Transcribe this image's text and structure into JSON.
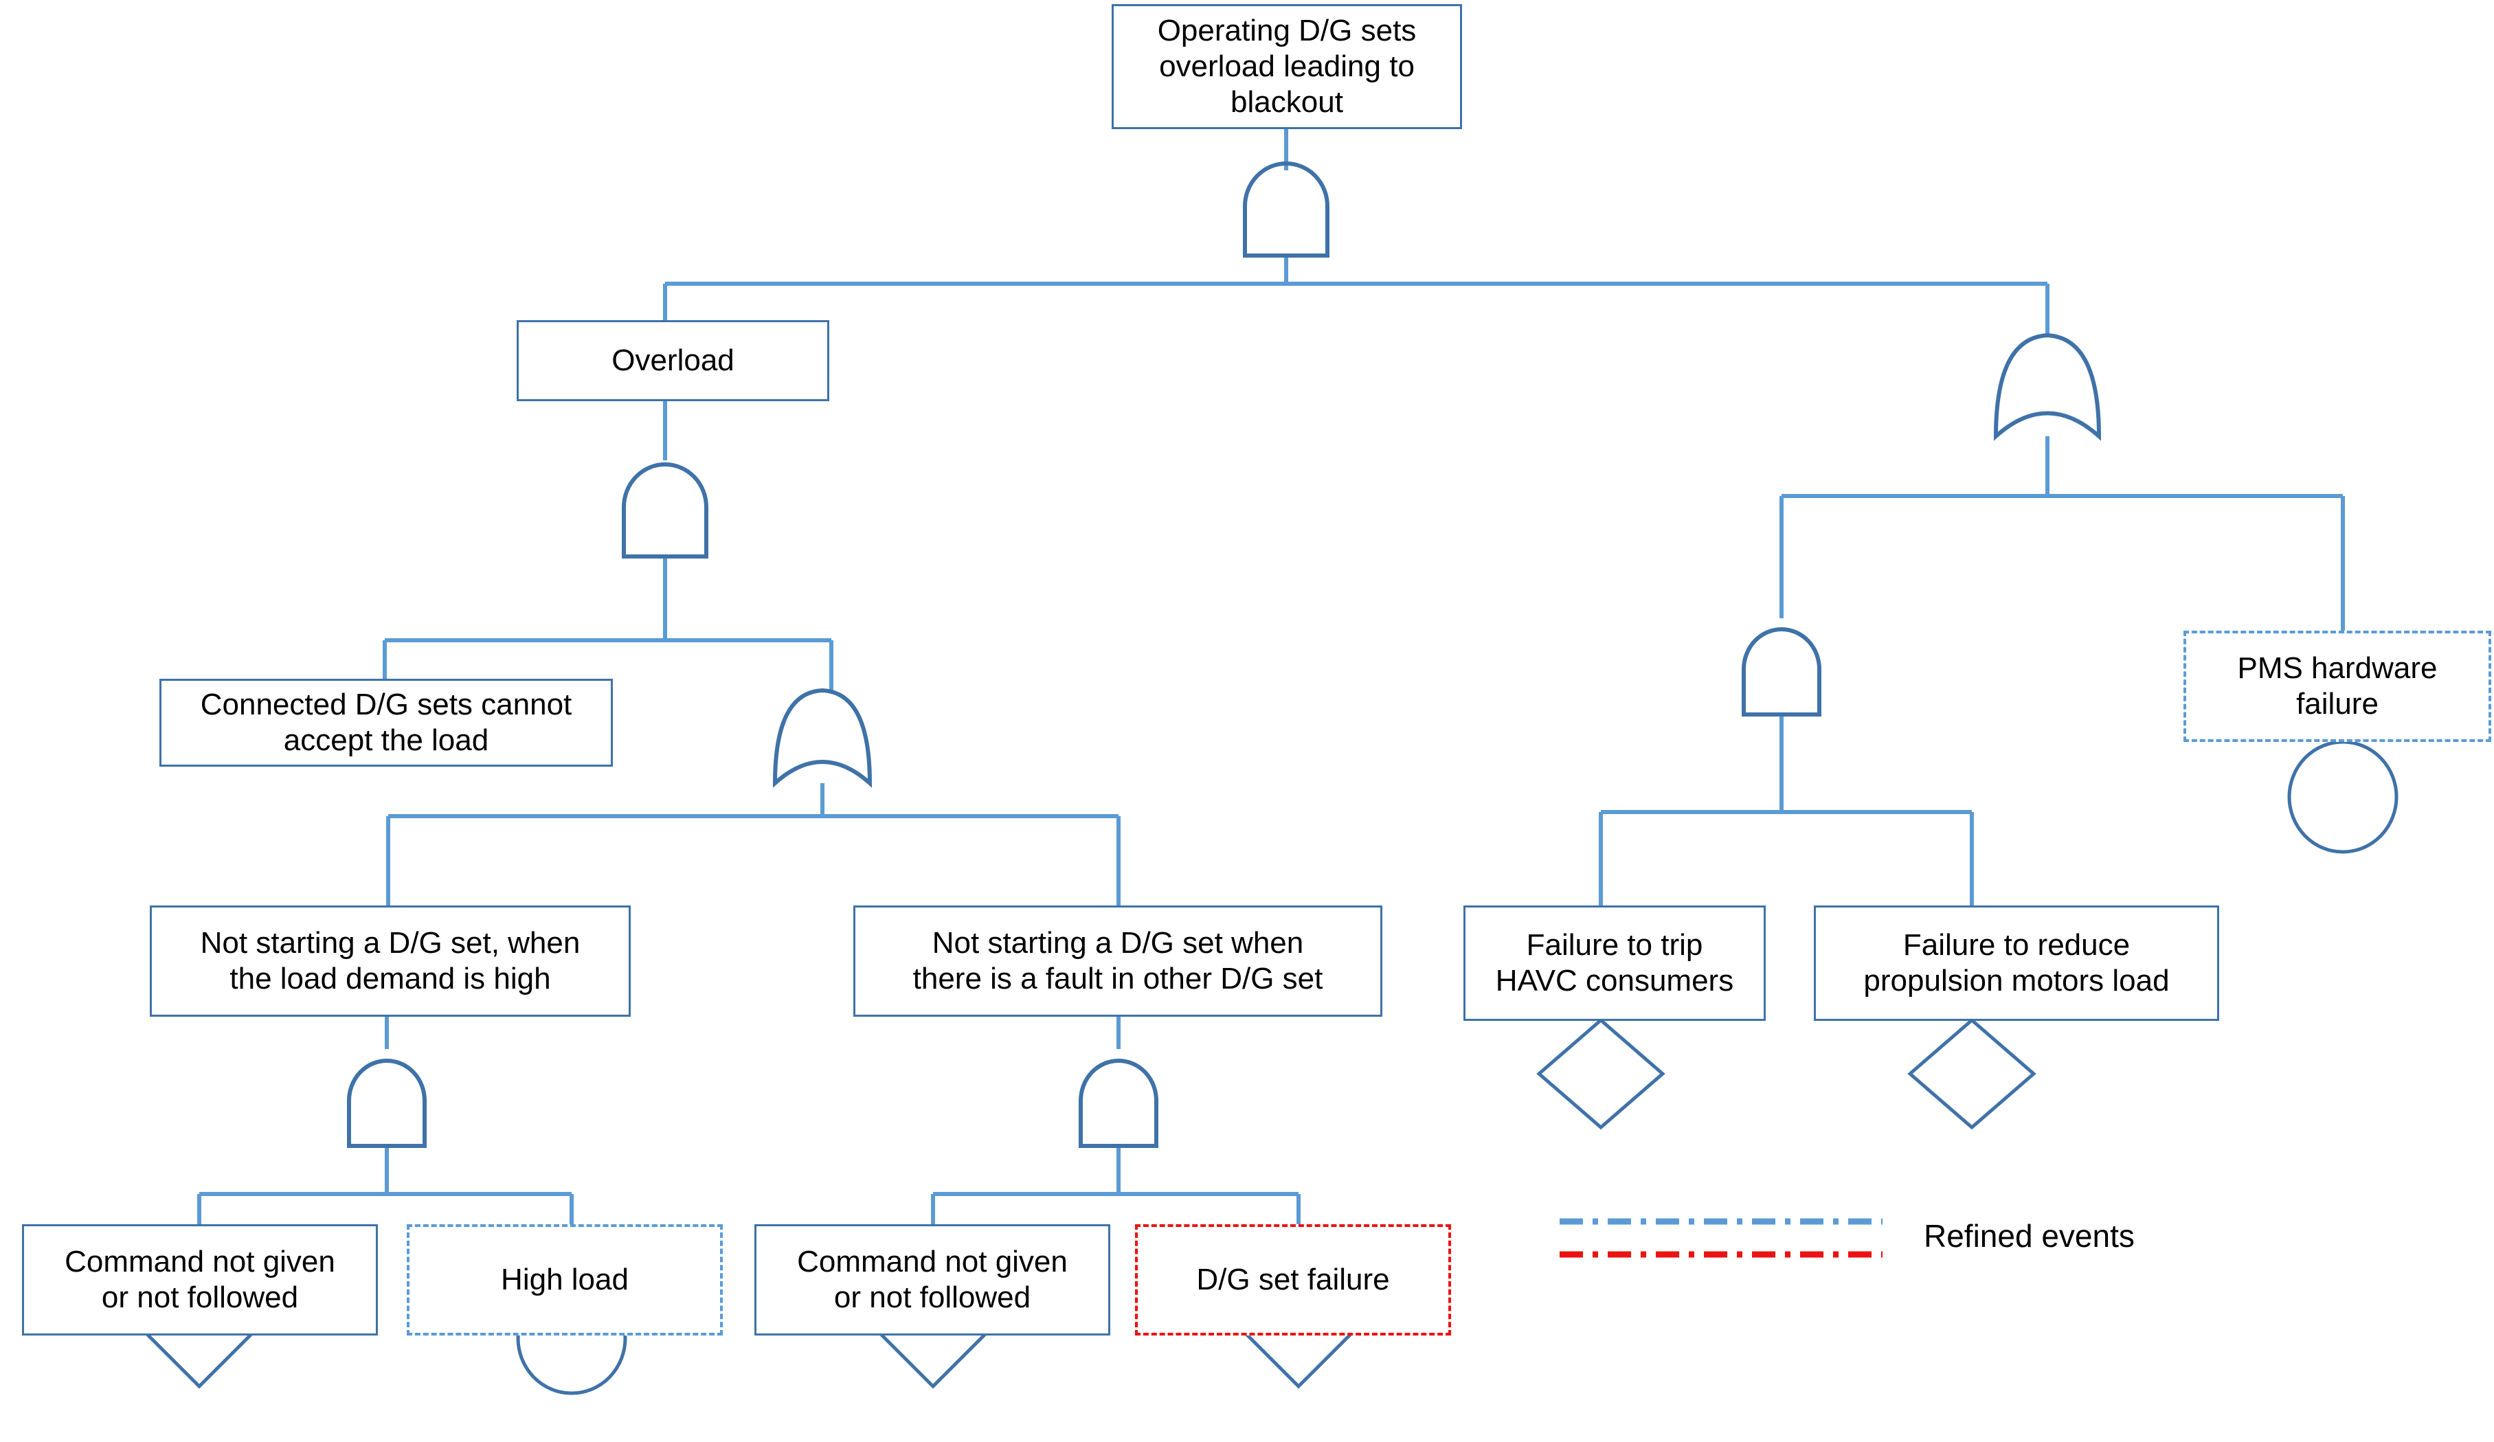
{
  "diagram": {
    "title_top_event": "Operating D/G sets overload leading to blackout",
    "type": "fault-tree",
    "colors": {
      "wire": "#5b9bd5",
      "box_border": "#3f72a8",
      "refined_blue": "#5b9bd5",
      "refined_red": "#ee1111",
      "text": "#000000",
      "background": "#ffffff"
    },
    "nodes": {
      "top_event": "Operating D/G sets\noverload leading to\nblackout",
      "overload": "Overload",
      "connected_sets": "Connected D/G sets cannot\naccept the load",
      "not_starting_load_high": "Not starting a D/G set, when\nthe load demand is high",
      "not_starting_fault_other": "Not starting a D/G set when\nthere is a fault in other D/G set",
      "command_not_given_left": "Command not given\nor not followed",
      "high_load": "High load",
      "command_not_given_right": "Command not given\nor not followed",
      "dg_set_failure": "D/G set failure",
      "failure_trip_havc": "Failure to trip\nHAVC consumers",
      "failure_reduce_propulsion": "Failure to reduce\npropulsion motors load",
      "pms_hardware_failure": "PMS hardware\nfailure"
    },
    "gates": {
      "top_and": "AND",
      "right_or": "OR",
      "overload_and": "AND",
      "not_starting_or": "OR",
      "left_leaf_and": "AND",
      "right_leaf_and": "AND",
      "havc_and": "AND"
    },
    "legend": {
      "label": "Refined events",
      "line_blue": "#5b9bd5",
      "line_red": "#ee1111"
    },
    "symbols": {
      "diamond": "undeveloped-event",
      "circle": "basic-event"
    }
  }
}
